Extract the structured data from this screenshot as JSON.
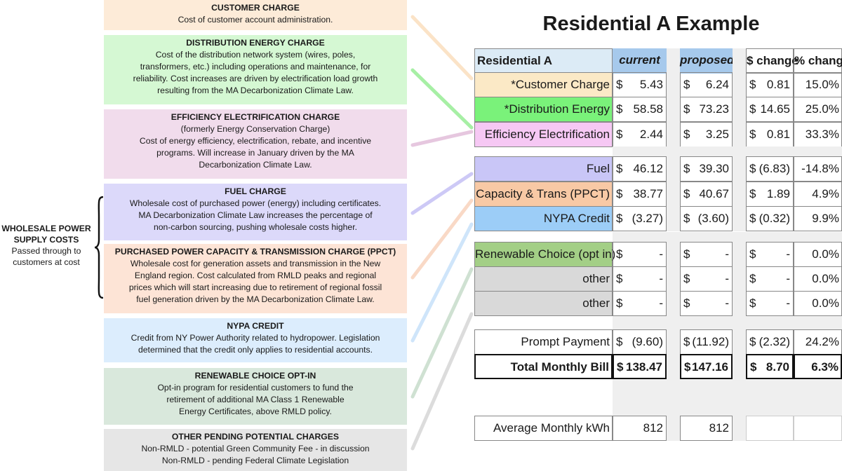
{
  "left": {
    "customer": {
      "title": "CUSTOMER CHARGE",
      "lines": [
        "Cost of customer account administration."
      ]
    },
    "distribution": {
      "title": "DISTRIBUTION ENERGY CHARGE",
      "lines": [
        "Cost of the distribution network system (wires, poles,",
        "transformers, etc.) including operations and maintenance, for",
        "reliability. Cost increases are driven by electrification load growth",
        "resulting from the MA Decarbonization Climate Law."
      ]
    },
    "efficiency": {
      "title": "EFFICIENCY ELECTRIFICATION CHARGE",
      "lines": [
        "(formerly Energy Conservation Charge)",
        "Cost of energy efficiency, electrification, rebate, and incentive",
        "programs. Will increase in January driven by the MA",
        "Decarbonization Climate Law."
      ]
    },
    "fuel": {
      "title": "FUEL CHARGE",
      "lines": [
        "Wholesale cost of purchased power (energy) including certificates.",
        "MA Decarbonization Climate Law increases the percentage of",
        "non-carbon sourcing, pushing wholesale costs higher."
      ]
    },
    "ppct": {
      "title": "PURCHASED POWER CAPACITY & TRANSMISSION CHARGE (PPCT)",
      "lines": [
        "Wholesale cost for generation assets and transmission in the New",
        "England region. Cost calculated from RMLD peaks and regional",
        "prices which will start increasing due to retirement of regional fossil",
        "fuel generation driven by the MA Decarbonization Climate Law."
      ]
    },
    "nypa": {
      "title": "NYPA CREDIT",
      "lines": [
        "Credit from NY Power Authority related to hydropower. Legislation",
        "determined that the credit only applies to residential accounts."
      ]
    },
    "renewable": {
      "title": "RENEWABLE CHOICE OPT-IN",
      "lines": [
        "Opt-in program for residential customers to fund the",
        "retirement of additional MA Class 1 Renewable",
        "Energy Certificates, above RMLD policy."
      ]
    },
    "other": {
      "title": "OTHER PENDING POTENTIAL CHARGES",
      "lines": [
        "Non-RMLD - potential Green Community Fee - in discussion",
        "Non-RMLD - pending Federal Climate Legislation"
      ]
    }
  },
  "side": {
    "title_line1": "WHOLESALE POWER",
    "title_line2": "SUPPLY COSTS",
    "sub_line1": "Passed through to",
    "sub_line2": "customers at cost"
  },
  "table": {
    "title": "Residential A Example",
    "headers": {
      "label": "Residential A",
      "current": "current",
      "proposed": "proposed",
      "change": "$ change",
      "pct": "% change"
    },
    "currency": "$",
    "rows": [
      {
        "label": "*Customer Charge",
        "current": "5.43",
        "proposed": "6.24",
        "change": "0.81",
        "pct": "15.0%"
      },
      {
        "label": "*Distribution Energy",
        "current": "58.58",
        "proposed": "73.23",
        "change": "14.65",
        "pct": "25.0%"
      },
      {
        "label": "Efficiency Electrification",
        "current": "2.44",
        "proposed": "3.25",
        "change": "0.81",
        "pct": "33.3%"
      },
      {
        "label": "Fuel",
        "current": "46.12",
        "proposed": "39.30",
        "change": "(6.83)",
        "pct": "-14.8%"
      },
      {
        "label": "Capacity & Trans (PPCT)",
        "current": "38.77",
        "proposed": "40.67",
        "change": "1.89",
        "pct": "4.9%"
      },
      {
        "label": "NYPA Credit",
        "current": "(3.27)",
        "proposed": "(3.60)",
        "change": "(0.32)",
        "pct": "9.9%"
      },
      {
        "label": "Renewable Choice (opt in)",
        "current": "-",
        "proposed": "-",
        "change": "-",
        "pct": "0.0%"
      },
      {
        "label": "other",
        "current": "-",
        "proposed": "-",
        "change": "-",
        "pct": "0.0%"
      },
      {
        "label": "other",
        "current": "-",
        "proposed": "-",
        "change": "-",
        "pct": "0.0%"
      },
      {
        "label": "Prompt Payment",
        "current": "(9.60)",
        "proposed": "(11.92)",
        "change": "(2.32)",
        "pct": "24.2%"
      },
      {
        "label": "Total Monthly Bill",
        "current": "138.47",
        "proposed": "147.16",
        "change": "8.70",
        "pct": "6.3%"
      }
    ],
    "kwh": {
      "label": "Average Monthly kWh",
      "current": "812",
      "proposed": "812"
    }
  },
  "colors": {
    "customer": "#fbe9c6",
    "distribution": "#7af27a",
    "efficiency": "#f6c8f4",
    "fuel": "#c9c6f7",
    "ppct": "#f8c9a5",
    "nypa": "#9ccdf7",
    "renewable": "#a3cf86",
    "other": "#d9d9d9"
  }
}
